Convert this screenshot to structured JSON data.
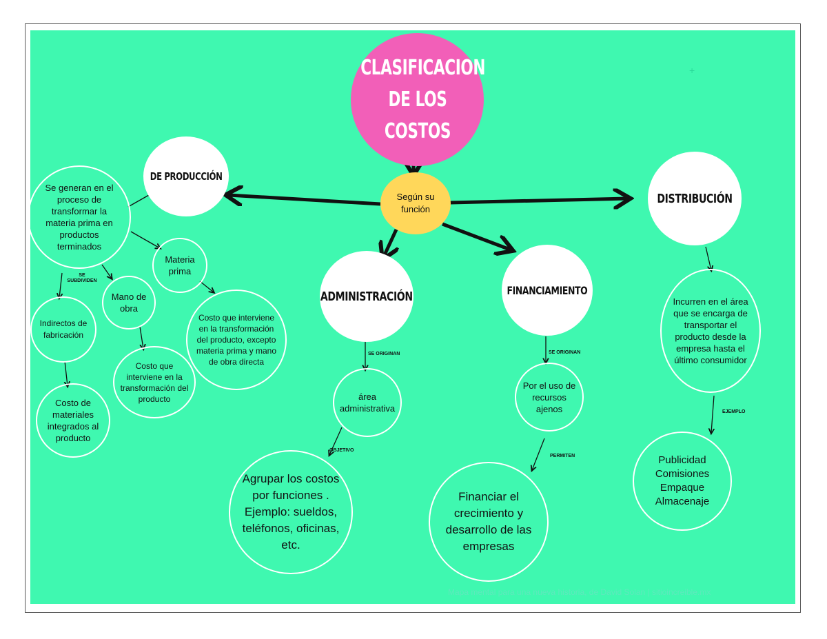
{
  "title": "CLASIFICACION DE LOS COSTOS",
  "center": "Según su función",
  "branches": {
    "produccion": "DE PRODUCCIÓN",
    "administracion": "ADMINISTRACIÓN",
    "financiamiento": "FINANCIAMIENTO",
    "distribucion": "DISTRIBUCIÓN"
  },
  "produccion_nodes": {
    "descripcion": "Se generan en el proceso de transformar la materia prima en productos terminados",
    "indirectos": "Indirectos de fabricación",
    "indirectos_detalle": "Costo de materiales integrados al producto",
    "mano_obra": "Mano de obra",
    "mano_obra_detalle": "Costo que interviene en la transformación del producto",
    "materia_prima": "Materia prima",
    "materia_prima_detalle": "Costo que interviene en la transformación del producto, excepto materia prima y mano de obra directa"
  },
  "administracion_nodes": {
    "area": "área administrativa",
    "objetivo": "Agrupar los costos por funciones . Ejemplo: sueldos, teléfonos, oficinas, etc."
  },
  "financiamiento_nodes": {
    "uso": "Por el uso de recursos ajenos",
    "permiten": "Financiar el crecimiento y desarrollo de las empresas"
  },
  "distribucion_nodes": {
    "descripcion": "Incurren en el área que se encarga de transportar el producto desde la empresa hasta el último consumidor",
    "ejemplos": "Publicidad Comisiones Empaque Almacenaje"
  },
  "connector_labels": {
    "se_subdividen": "SE SUBDIVIDEN",
    "se_originan_admin": "SE ORIGINAN",
    "se_originan_fin": "SE ORIGINAN",
    "objetivo": "OBJETIVO",
    "permiten": "PERMITEN",
    "ejemplo": "EJEMPLO"
  },
  "footer": "Mapa mental para una nueva historia, de David Solan | sitioincreible.mx",
  "colors": {
    "background": "#3ff8b0",
    "title_circle": "#f25fb8",
    "center_circle": "#ffd75a",
    "node_fill": "#ffffff"
  }
}
